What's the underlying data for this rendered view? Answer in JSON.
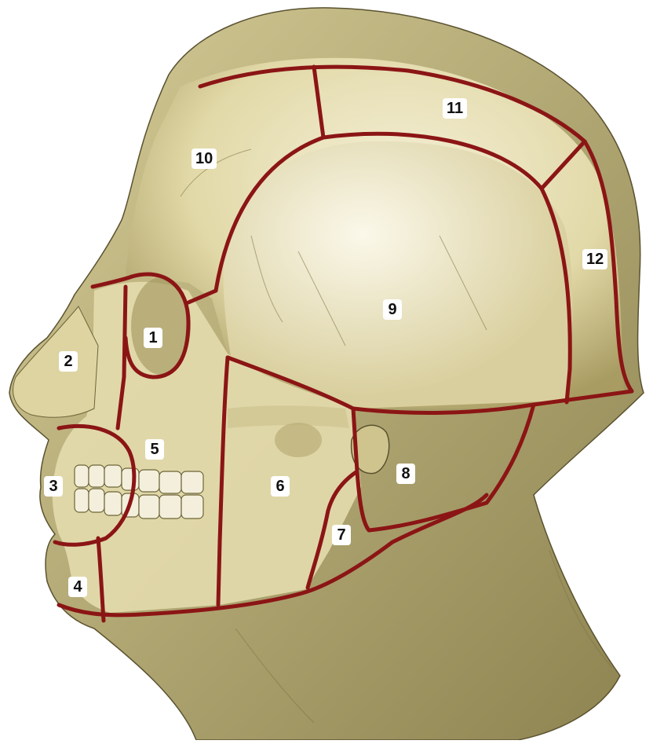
{
  "colors": {
    "background": "#ffffff",
    "skin_light": "#e9e2b6",
    "skin_mid": "#c9bd86",
    "skin_dark": "#6e6538",
    "bone": "#f1ecd2",
    "boundary_line": "#8b1515",
    "label_bg": "#ffffff"
  },
  "regions": [
    {
      "id": "r1",
      "label": "1"
    },
    {
      "id": "r2",
      "label": "2"
    },
    {
      "id": "r3",
      "label": "3"
    },
    {
      "id": "r4",
      "label": "4"
    },
    {
      "id": "r5",
      "label": "5"
    },
    {
      "id": "r6",
      "label": "6"
    },
    {
      "id": "r7",
      "label": "7"
    },
    {
      "id": "r8",
      "label": "8"
    },
    {
      "id": "r9",
      "label": "9"
    },
    {
      "id": "r10",
      "label": "10"
    },
    {
      "id": "r11",
      "label": "11"
    },
    {
      "id": "r12",
      "label": "12"
    }
  ]
}
